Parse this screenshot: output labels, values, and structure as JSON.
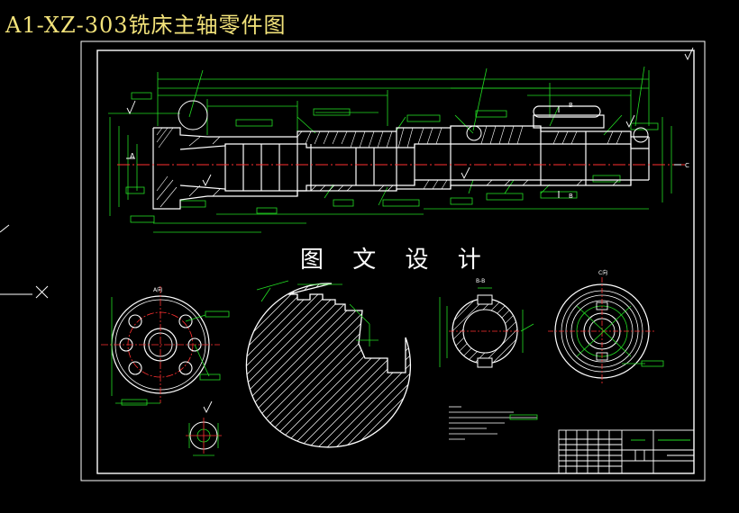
{
  "header": {
    "title": "A1-XZ-303铣床主轴零件图"
  },
  "watermark": {
    "text": "图 文 设 计"
  },
  "views": {
    "section_b": "B-B",
    "view_a": "A向",
    "view_c": "C向",
    "marker_a": "A",
    "marker_b": "B",
    "marker_c": "C"
  },
  "colors": {
    "background": "#000000",
    "outline": "#ffffff",
    "dimension": "#22dd22",
    "centerline": "#ff3030",
    "hatch": "#ffffff",
    "title": "#f2e27a"
  },
  "icons": [
    "crosshair-cursor-icon",
    "roughness-symbol-icon"
  ]
}
